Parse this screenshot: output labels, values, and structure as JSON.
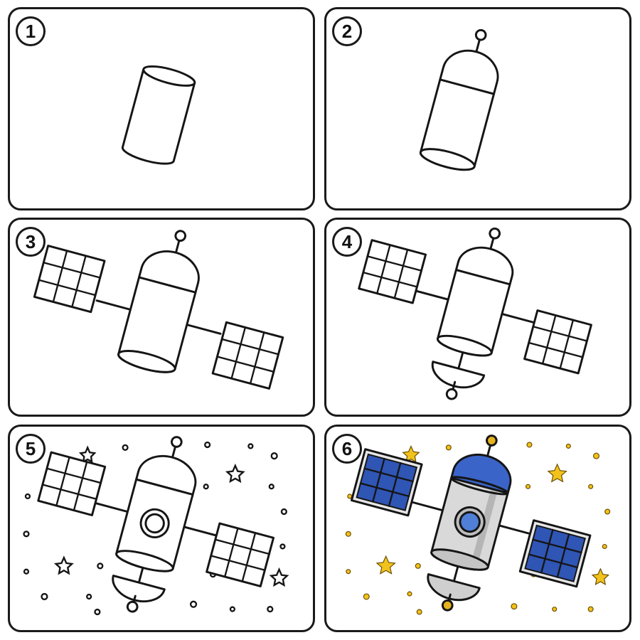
{
  "steps": [
    {
      "number": "1",
      "elements": [
        "body-cylinder"
      ]
    },
    {
      "number": "2",
      "elements": [
        "body-cylinder",
        "dome",
        "antenna"
      ]
    },
    {
      "number": "3",
      "elements": [
        "body-cylinder",
        "dome",
        "antenna",
        "solar-panels"
      ]
    },
    {
      "number": "4",
      "elements": [
        "body-cylinder",
        "dome",
        "antenna",
        "solar-panels",
        "dish"
      ]
    },
    {
      "number": "5",
      "elements": [
        "body-cylinder",
        "dome",
        "antenna",
        "solar-panels",
        "dish",
        "porthole",
        "stars"
      ]
    },
    {
      "number": "6",
      "elements": [
        "body-cylinder",
        "dome",
        "antenna",
        "solar-panels",
        "dish",
        "porthole",
        "stars"
      ],
      "colored": true
    }
  ],
  "colors": {
    "outline": "#151515",
    "body_fill": "#d9d9d9",
    "dome_fill": "#3a64c8",
    "panel_fill": "#2f55b5",
    "porthole_fill": "#4f7fd6",
    "antenna_tip_fill": "#e6b21f",
    "star_fill": "#f2c21c",
    "dish_fill": "#cfcfcf"
  },
  "icons": [
    "satellite-icon",
    "star-icon",
    "dot-icon"
  ]
}
